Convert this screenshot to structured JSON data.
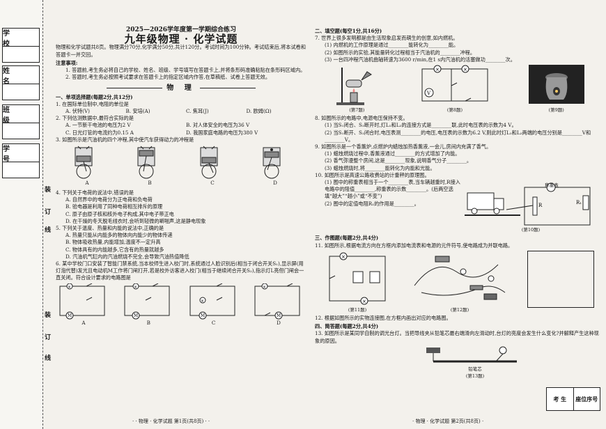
{
  "left_strip": {
    "fields": [
      "学 校",
      "姓 名",
      "班 级",
      "学 号"
    ],
    "binding": [
      "装",
      "订",
      "线",
      "装",
      "订",
      "线"
    ]
  },
  "page1": {
    "year_title": "2025—2026学年度第一学期综合练习",
    "main_title": "九年级物理 · 化学试题",
    "intro": "物理和化学试题共8页。物理满分70分,化学满分50分,共计120分。考试时间为100分钟。考试结束后,将本试卷和答题卡一并交回。",
    "notes_title": "注意事项:",
    "note1": "1. 答题前,考生务必将自己的学校、姓名、班级、学号填写在答题卡上,并将条形码准确粘贴在条形码区域内。",
    "note2": "2. 答题时,考生务必按照考试要求在答题卡上的指定区域内作答,在草稿纸、试卷上答题无效。",
    "subject": "物 理",
    "sec1": "一、单项选择题(每题2分,共12分)",
    "q1": "1. 在国际单位制中,电阻的单位是",
    "q1_opts": [
      "A. 伏特(V)",
      "B. 安培(A)",
      "C. 焦耳(J)",
      "D. 欧姆(Ω)"
    ],
    "q2": "2. 下列估测数据中,最符合实际的是",
    "q2_opts": [
      "A. 一节新干电池的电压为2 V",
      "B. 对人体安全的电压为36 V",
      "C. 日光灯管的电流约为0.15 A",
      "D. 我国家庭电路的电压为380 V"
    ],
    "q3": "3. 如图所示是汽油机的四个冲程,其中使汽车获得动力的冲程是",
    "engine_labels": [
      "A",
      "B",
      "C",
      "D"
    ],
    "q4": "4. 下列关于电荷的说法中,错误的是",
    "q4_opts": [
      "A. 自然界中的电荷分为正电荷和负电荷",
      "B. 验电器是利用了同种电荷相互排斥的原理",
      "C. 原子由原子核和核外电子构成,其中电子带正电",
      "D. 在干燥的冬天脱毛线衣时,会听到轻微的噼啪声,这是静电现象"
    ],
    "q5": "5. 下列关于温度、热量和内能的说法中,正确的是",
    "q5_opts": [
      "A. 热量只能从内能多的物体向内能少的物体传递",
      "B. 物体吸收热量,内能增加,温度不一定升高",
      "C. 物体具有的内能越多,它含有的热量就越多",
      "D. 汽油机气缸内的汽油燃烧不完全,会导致汽油热值降低"
    ],
    "q6": "6. 某中学校门口安装了智能门禁系统,当本校师生进入校门时,系统通过人脸识别后(相当于闭合开关S₁),显示屏(用灯泡代替)发光且电动机M工作将门闸打开,若是校外访客进入校门(相当于继续闭合开关S₂),指示灯L亮但门闸会一直关闭。符合设计要求的电路图是",
    "circuit_labels": [
      "A",
      "B",
      "C",
      "D"
    ],
    "footer": "· · 物理 · 化学试题 第1页(共8页) · ·"
  },
  "page2": {
    "sec2": "二、填空题(每空1分,共16分)",
    "q7": "7. 世界上很多发明都是由生活现象启发而萌生的创意,如内燃机。",
    "q7_1": "(1) 内燃机的工作原理是通过________能转化为________能。",
    "q7_2": "(2) 如图所示的实验,其能量转化过程相当于汽油机的________冲程。",
    "q7_3": "(3) 一台四冲程汽油机曲轴转速为3600 r/min,在1 s内汽油机的活塞做功________次。",
    "fig_labels": [
      "(第7题)",
      "(第8题)",
      "(第9题)"
    ],
    "q8": "8. 如图所示的电路中,电源电压保持不变。",
    "q8_1": "(1) 当S₁闭合、S₂断开时,灯L₁和L₂的连接方式是________联,此时电压表的示数为4 V。",
    "q8_2": "(2) 当S₁断开、S₂闭合时,电压表测________的电压,电压表的示数为6.2 V,则此时灯L₁和L₂两端的电压分别是________V和________V。",
    "q9": "9. 如图所示是一个香薰炉,点燃炉内蜡烛加热香薰液,一会儿,房间内充满了香气。",
    "q9_1": "(1) 蜡烛燃烧过程中,香薰液通过________的方式增加了内能。",
    "q9_2": "(2) 香气弥漫整个房间,这是________现象,说明香气分子________。",
    "q9_3": "(3) 蜡烛燃烧时,将________能转化为内能和光能。",
    "q10": "10. 如图所示是高速公路收费站的计重秤的原理图。",
    "q10_1": "(1) 图中的称重表相当于一个________表,当车辆越重时,R接入电路中的阻值________,称重表的示数________。(后两空选填“越大”“越小”或“不变”)",
    "q10_2": "(2) 图中的定值电阻R₁的作用是________。",
    "scale_label": "称重表",
    "fig10": "(第10题)",
    "sec3": "三、作图题(每题2分,共4分)",
    "q11": "11. 如图所示,根据电流方向在方框内添加电流表和电源的元件符号,使电路成为并联电路。",
    "fig11": "(第11题)",
    "fig12": "(第12题)",
    "q12": "12. 根据如图所示的实物连接图,在方框内画出对应的电路图。",
    "sec4": "四、简答题(每题2分,共4分)",
    "q13": "13. 如图所示是某同学自制的调光台灯。当把导线夹从铅笔芯最右端滑向左滑动时,台灯的亮度会发生什么变化?并解释产生这种现象的原因。",
    "pencil_label": "铅笔芯",
    "fig13": "(第13题)",
    "seat": [
      "考 生",
      "座位序号"
    ],
    "footer": "· 物理 · 化学试题 第2页(共8页) ·"
  }
}
